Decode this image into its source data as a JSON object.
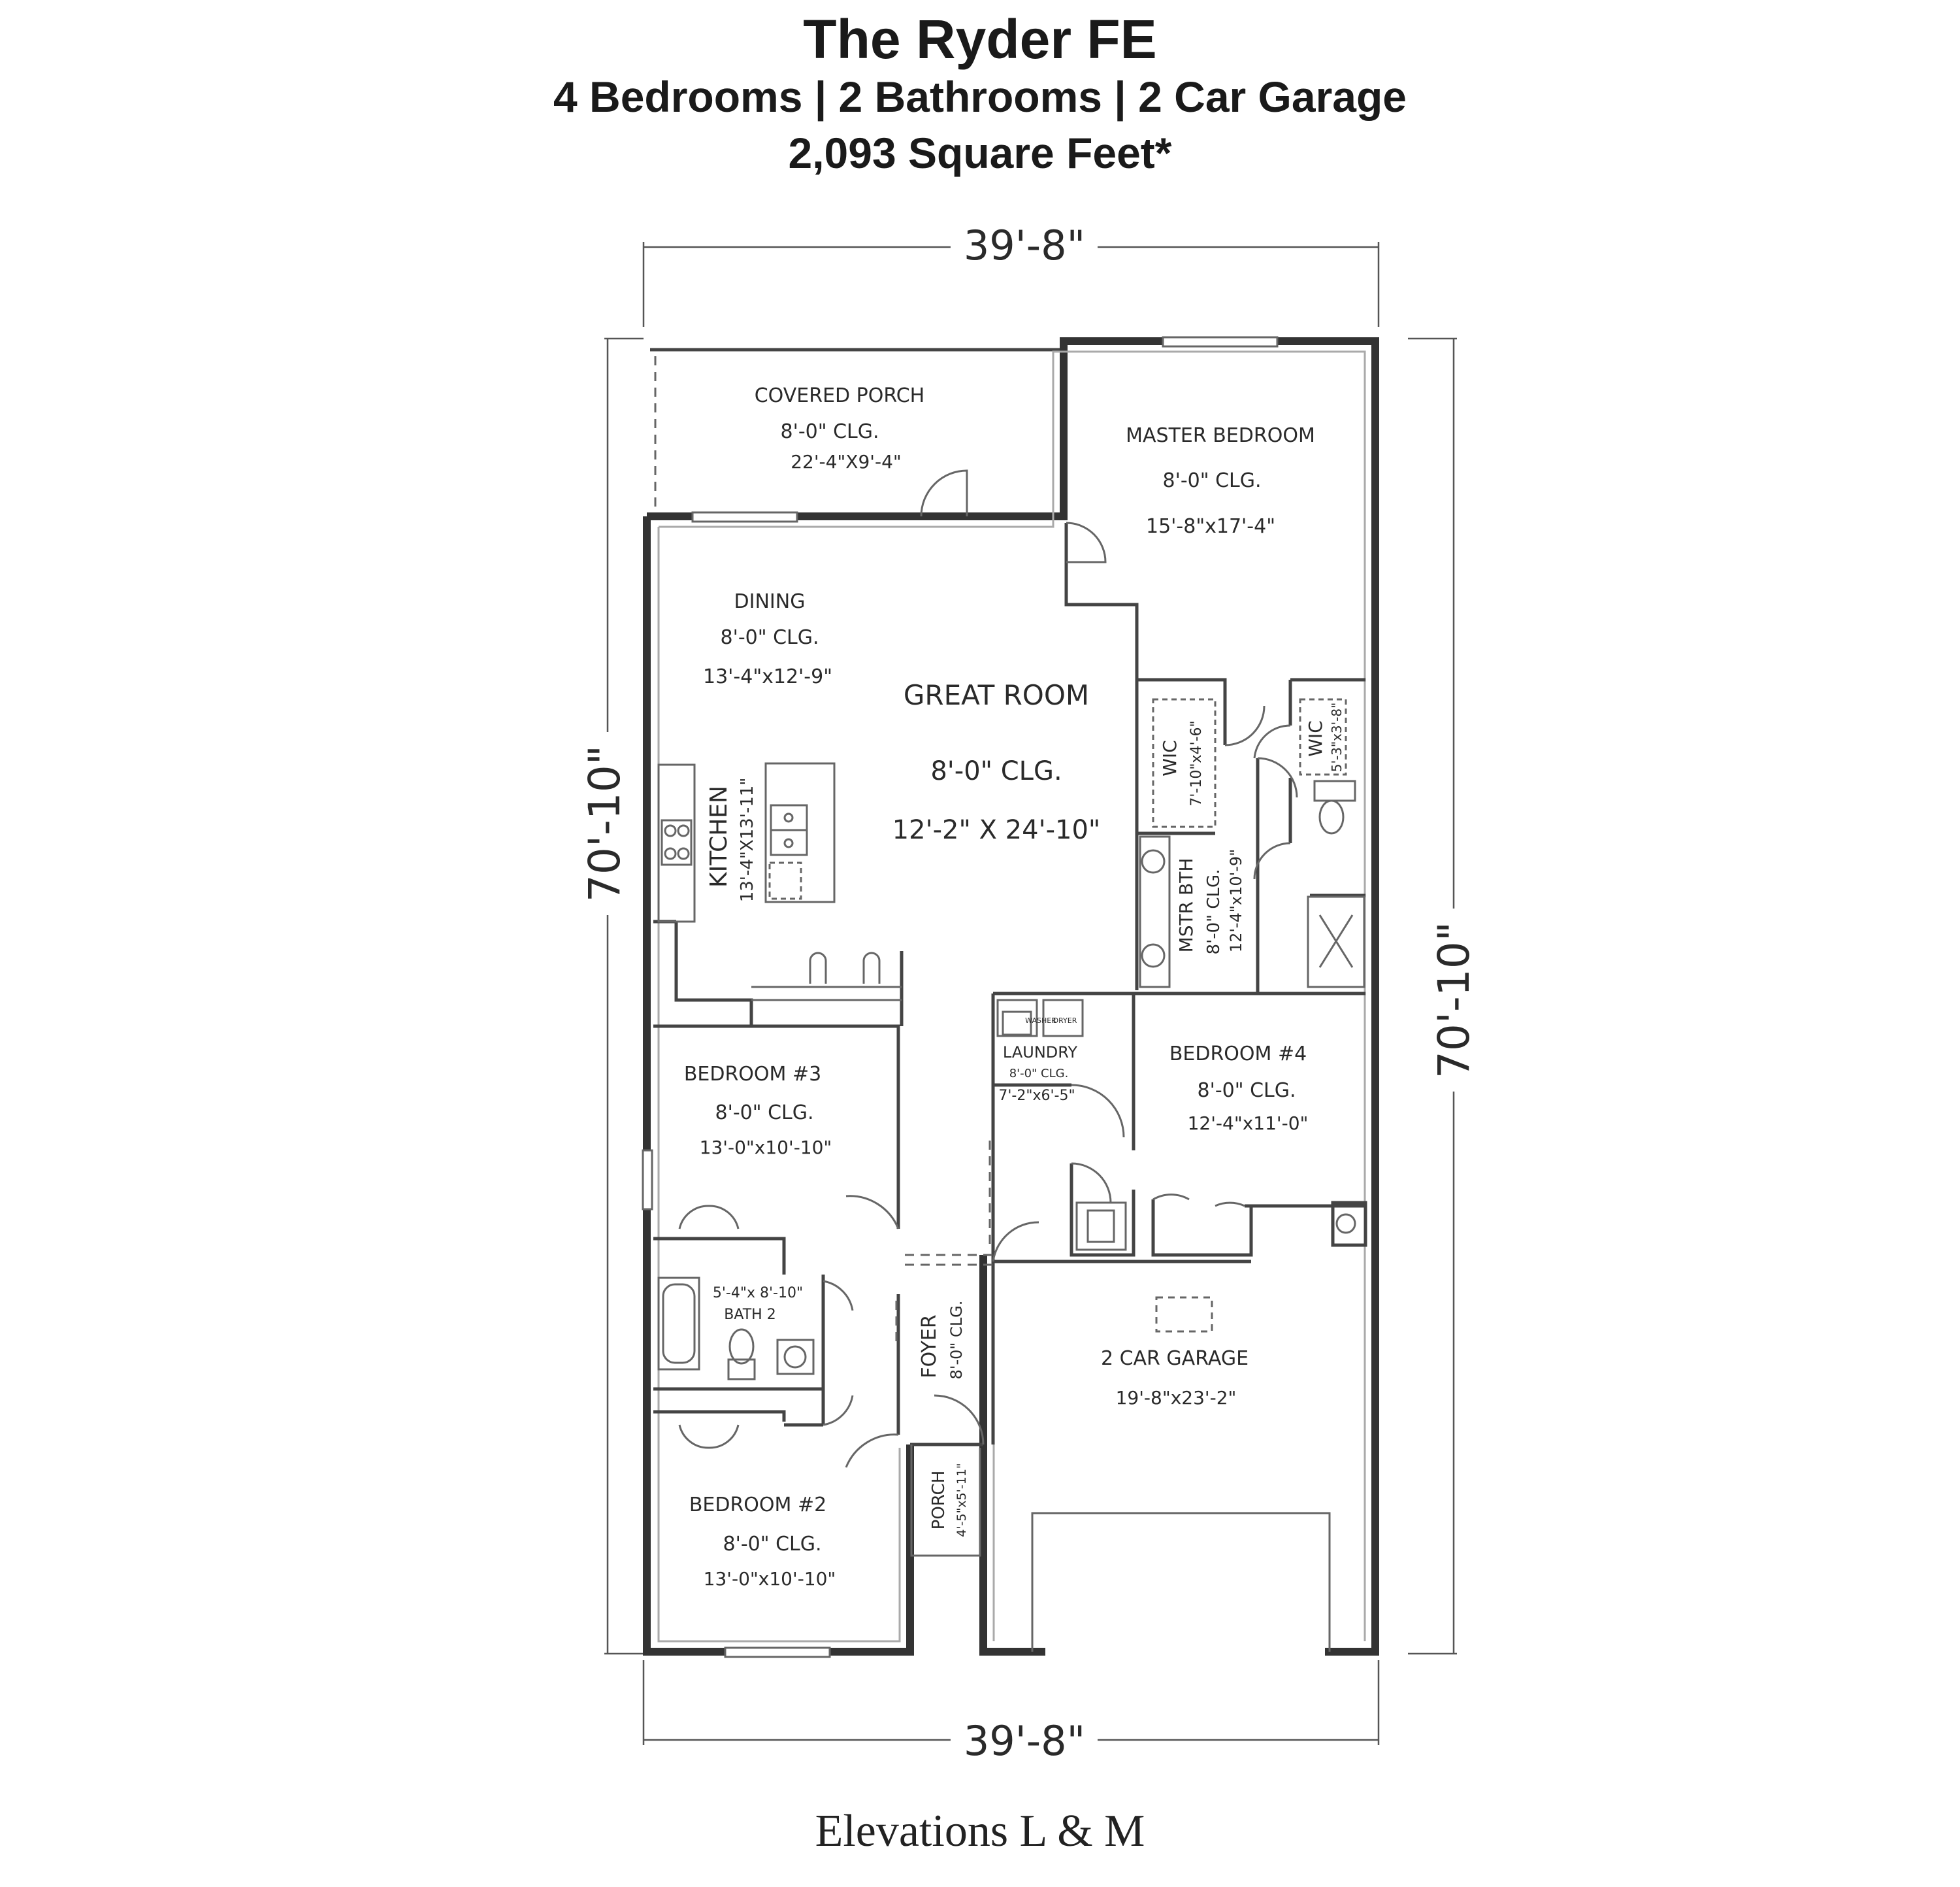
{
  "header": {
    "title": "The Ryder FE",
    "subtitle": "4 Bedrooms  |  2 Bathrooms  |  2 Car Garage",
    "square_feet": "2,093 Square Feet*"
  },
  "footer": {
    "elevations": "Elevations L & M"
  },
  "dimensions": {
    "top_width": "39'-8\"",
    "bottom_width": "39'-8\"",
    "left_depth": "70'-10\"",
    "right_depth": "70'-10\""
  },
  "rooms": {
    "covered_porch": {
      "name": "COVERED PORCH",
      "ceiling": "8'-0\" CLG.",
      "size": "22'-4\"X9'-4\""
    },
    "master_bedroom": {
      "name": "MASTER BEDROOM",
      "ceiling": "8'-0\" CLG.",
      "size": "15'-8\"x17'-4\""
    },
    "dining": {
      "name": "DINING",
      "ceiling": "8'-0\" CLG.",
      "size": "13'-4\"x12'-9\""
    },
    "great_room": {
      "name": "GREAT ROOM",
      "ceiling": "8'-0\" CLG.",
      "size": "12'-2\" X 24'-10\""
    },
    "kitchen": {
      "name": "KITCHEN",
      "size": "13'-4\"X13'-11\""
    },
    "wic_1": {
      "name": "WIC",
      "size": "7'-10\"x4'-6\""
    },
    "wic_2": {
      "name": "WIC",
      "size": "5'-3\"x3'-8\""
    },
    "master_bath": {
      "name": "MSTR BTH",
      "ceiling": "8'-0\" CLG.",
      "size": "12'-4\"x10'-9\""
    },
    "laundry": {
      "name": "LAUNDRY",
      "ceiling": "8'-0\" CLG.",
      "size": "7'-2\"x6'-5\"",
      "washer": "WASHER",
      "dryer": "DRYER"
    },
    "bedroom_4": {
      "name": "BEDROOM #4",
      "ceiling": "8'-0\" CLG.",
      "size": "12'-4\"x11'-0\""
    },
    "bedroom_3": {
      "name": "BEDROOM #3",
      "ceiling": "8'-0\" CLG.",
      "size": "13'-0\"x10'-10\""
    },
    "bath_2": {
      "name": "BATH 2",
      "size": "5'-4\"x 8'-10\""
    },
    "foyer": {
      "name": "FOYER",
      "ceiling": "8'-0\" CLG."
    },
    "porch": {
      "name": "PORCH",
      "size": "4'-5\"x5'-11\""
    },
    "garage": {
      "name": "2 CAR GARAGE",
      "size": "19'-8\"x23'-2\""
    },
    "bedroom_2": {
      "name": "BEDROOM #2",
      "ceiling": "8'-0\" CLG.",
      "size": "13'-0\"x10'-10\""
    }
  }
}
